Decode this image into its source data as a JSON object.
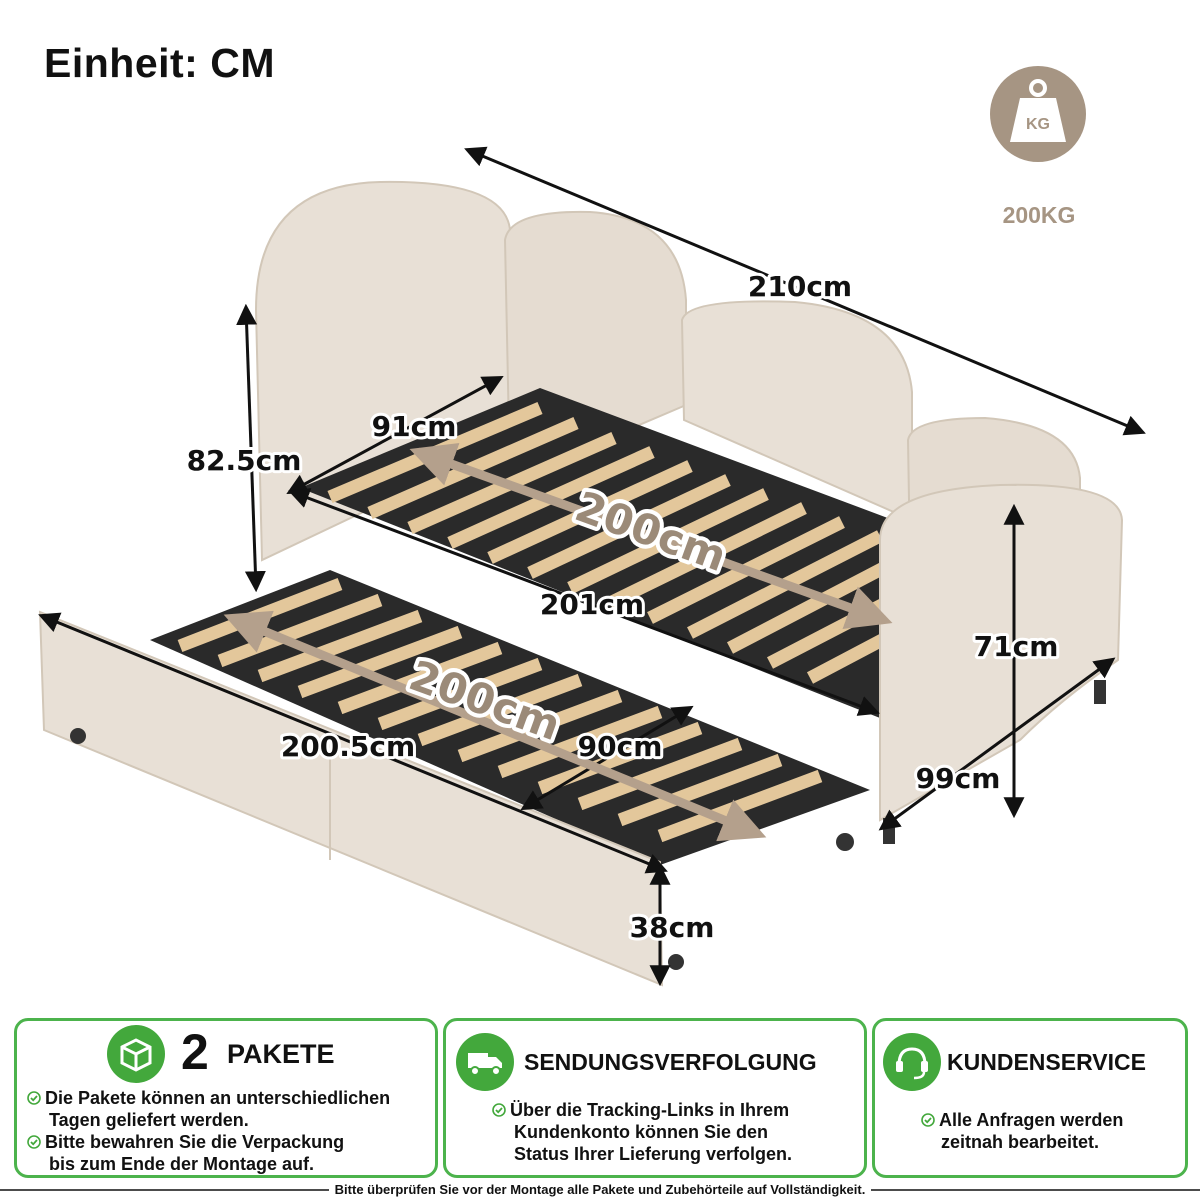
{
  "header": {
    "unit_title": "Einheit: CM"
  },
  "weight": {
    "icon": "weight-kg-icon",
    "icon_text": "KG",
    "label": "200KG"
  },
  "dimensions": {
    "total_length": "210cm",
    "height_back": "82.5cm",
    "width_top": "91cm",
    "length_top": "200cm",
    "frame_length": "201cm",
    "side_height": "71cm",
    "trundle_length_inner": "200cm",
    "trundle_width": "90cm",
    "trundle_length": "200.5cm",
    "depth": "99cm",
    "trundle_height": "38cm"
  },
  "cards": [
    {
      "icon": "package-box-icon",
      "number": "2",
      "title": "PAKETE",
      "lines": [
        "Die Pakete können an unterschiedlichen",
        "Tagen geliefert werden.",
        "Bitte bewahren Sie die Verpackung",
        "bis zum Ende der Montage auf."
      ]
    },
    {
      "icon": "delivery-truck-icon",
      "title": "SENDUNGSVERFOLGUNG",
      "lines": [
        "Über die Tracking-Links in Ihrem",
        "Kundenkonto können Sie den",
        "Status Ihrer Lieferung verfolgen."
      ]
    },
    {
      "icon": "headset-icon",
      "title": "KUNDENSERVICE",
      "lines": [
        "Alle Anfragen werden",
        "zeitnah bearbeitet."
      ]
    }
  ],
  "footer": {
    "text": "Bitte überprüfen Sie vor der Montage alle Pakete und Zubehörteile auf Vollständigkeit."
  },
  "colors": {
    "accent_green": "#4cb34c",
    "taupe": "#a69583",
    "upholstery": "#e8e0d6",
    "slat": "#e3c79b"
  }
}
